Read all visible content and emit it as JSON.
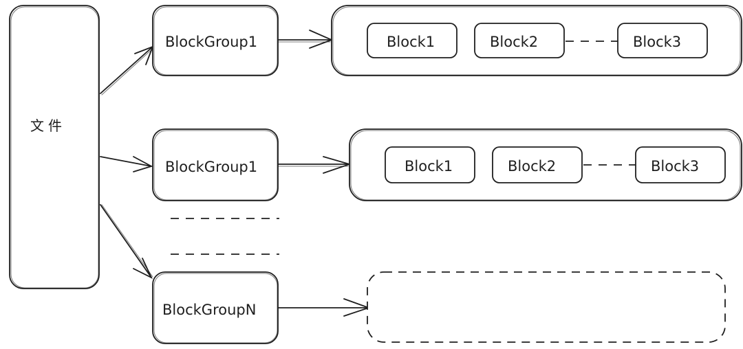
{
  "file": {
    "label": "文件"
  },
  "groups": [
    {
      "label": "BlockGroup1",
      "blocks": [
        "Block1",
        "Block2",
        "Block3"
      ]
    },
    {
      "label": "BlockGroup1",
      "blocks": [
        "Block1",
        "Block2",
        "Block3"
      ]
    },
    {
      "label": "BlockGroupN",
      "blocks": []
    }
  ]
}
